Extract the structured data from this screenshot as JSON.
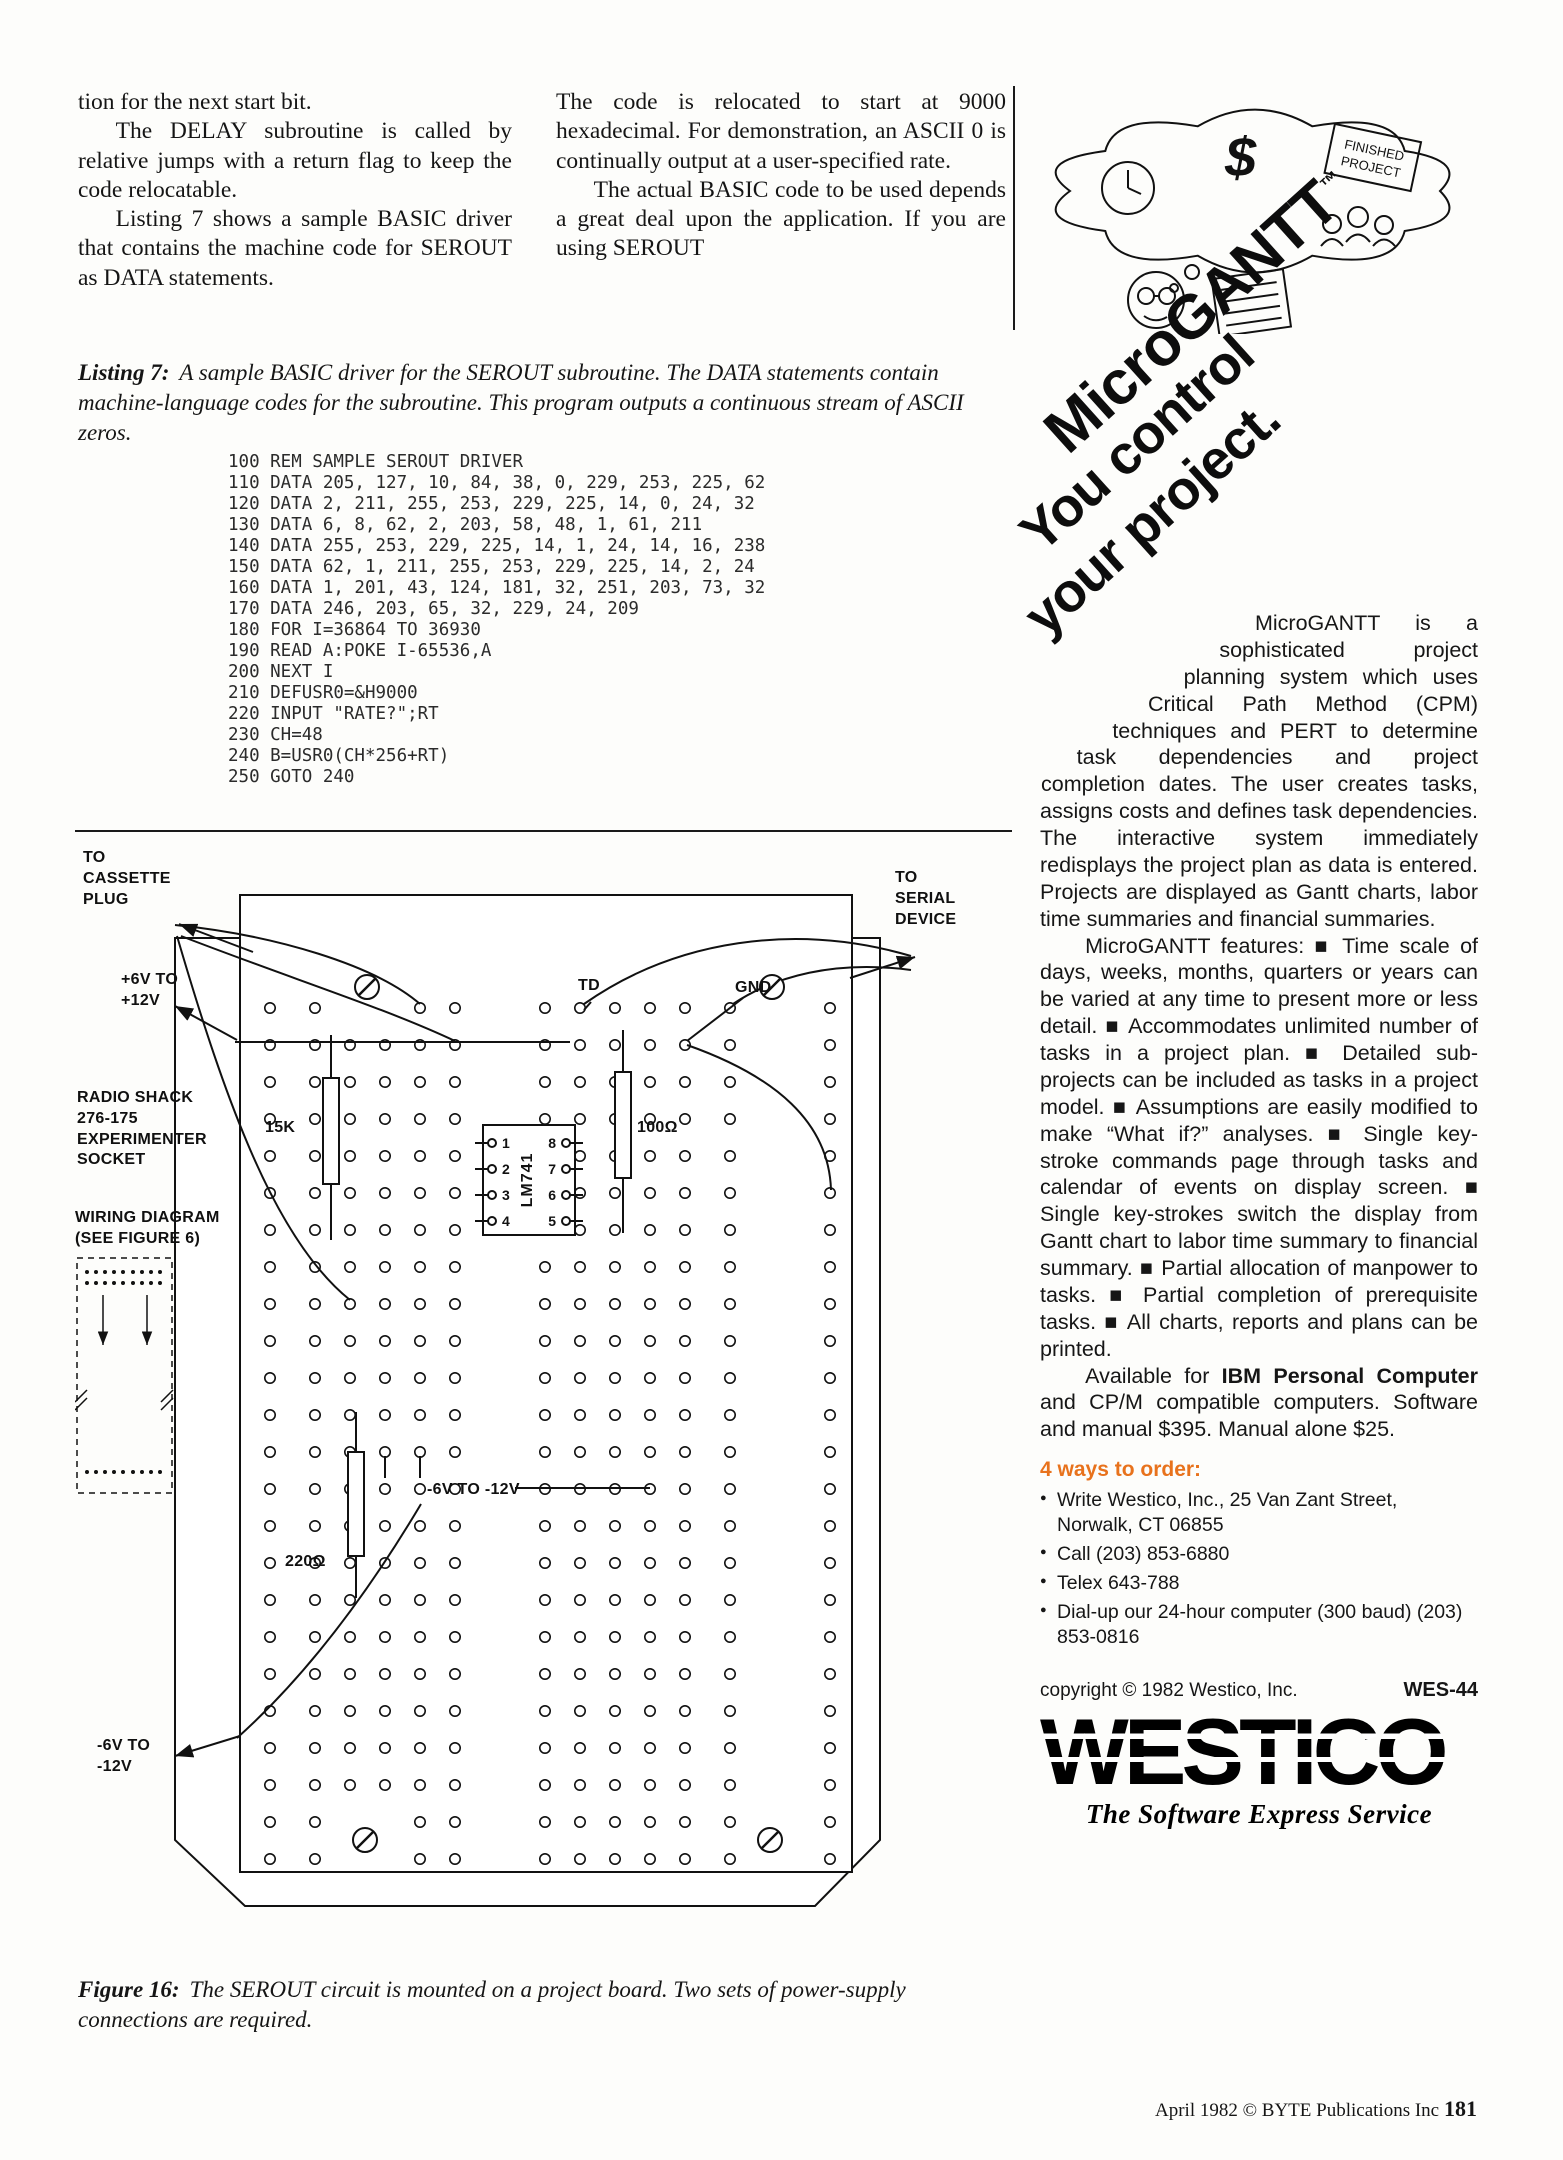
{
  "page": {
    "footer": "April 1982 © BYTE Publications Inc",
    "page_number": "181"
  },
  "article": {
    "col1_p1": "tion for the next start bit.",
    "col1_p2": "The DELAY subroutine is called by relative jumps with a return flag to keep the code relocatable.",
    "col1_p3": "Listing 7 shows a sample BASIC driver that contains the machine code for SEROUT as DATA statements.",
    "col2_p1": "The code is relocated to start at 9000 hexadecimal. For demonstration, an ASCII 0 is continually output at a user-specified rate.",
    "col2_p2": "The actual BASIC code to be used depends a great deal upon the application. If you are using SEROUT"
  },
  "listing": {
    "label": "Listing 7:",
    "caption": "A sample BASIC driver for the SEROUT subroutine. The DATA statements contain machine-language codes for the subroutine. This program outputs a continuous stream of ASCII zeros.",
    "code": "100 REM SAMPLE SEROUT DRIVER\n110 DATA 205, 127, 10, 84, 38, 0, 229, 253, 225, 62\n120 DATA 2, 211, 255, 253, 229, 225, 14, 0, 24, 32\n130 DATA 6, 8, 62, 2, 203, 58, 48, 1, 61, 211\n140 DATA 255, 253, 229, 225, 14, 1, 24, 14, 16, 238\n150 DATA 62, 1, 211, 255, 253, 229, 225, 14, 2, 24\n160 DATA 1, 201, 43, 124, 181, 32, 251, 203, 73, 32\n170 DATA 246, 203, 65, 32, 229, 24, 209\n180 FOR I=36864 TO 36930\n190 READ A:POKE I-65536,A\n200 NEXT I\n210 DEFUSR0=&H9000\n220 INPUT \"RATE?\";RT\n230 CH=48\n240 B=USR0(CH*256+RT)\n250 GOTO 240"
  },
  "figure": {
    "label": "Figure 16:",
    "caption": "The SEROUT circuit is mounted on a project board. Two sets of power-supply connections are required.",
    "labels": {
      "to_cassette": "TO\nCASSETTE\nPLUG",
      "to_serial": "TO\nSERIAL\nDEVICE",
      "plus6": "+6V TO\n+12V",
      "gnd": "GND",
      "td": "TD",
      "radio_shack": "RADIO SHACK\n276-175\nEXPERIMENTER\nSOCKET",
      "wiring": "WIRING DIAGRAM\n(SEE FIGURE 6)",
      "r15k": "15K",
      "r100": "100Ω",
      "r220": "220Ω",
      "ic": "LM741",
      "neg6_inner": "-6V TO -12V",
      "neg6_outer": "-6V TO\n-12V",
      "pins_left": [
        "1",
        "2",
        "3",
        "4"
      ],
      "pins_right": [
        "8",
        "7",
        "6",
        "5"
      ]
    }
  },
  "ad": {
    "headline1": "MicroGANTT",
    "headline_tm": "™",
    "headline2": "You control",
    "headline3": "your project.",
    "cartoon": {
      "dollar": "$",
      "sign1": "FINISHED",
      "sign2": "PROJECT"
    },
    "body1": "MicroGANTT is a sophisticated project planning system which uses Critical Path Method (CPM) techniques and PERT to determine task dependencies and project completion dates. The user creates tasks, assigns costs and defines task dependencies. The interactive system immediately redisplays the project plan as data is entered. Projects are displayed as Gantt charts, labor time summaries and financial summaries.",
    "body2": "MicroGANTT features: ■ Time scale of days, weeks, months, quarters or years can be varied at any time to present more or less detail. ■ Accommodates unlimited number of tasks in a project plan. ■ Detailed sub-projects can be included as tasks in a project model. ■ Assumptions are easily modified to make “What if?” analyses. ■ Single key-stroke commands page through tasks and calendar of events on display screen. ■ Single key-strokes switch the display from Gantt chart to labor time summary to financial summary. ■ Partial allocation of manpower to tasks. ■ Partial completion of prerequisite tasks. ■ All charts, reports and plans can be printed.",
    "avail_pre": "Available for ",
    "avail_bold": "IBM Personal Computer",
    "avail_post": " and CP/M compatible computers. Software and manual $395. Manual alone $25.",
    "order_heading": "4 ways to order:",
    "order_items": [
      "Write Westico, Inc., 25 Van Zant Street, Norwalk, CT 06855",
      "Call (203) 853-6880",
      "Telex 643-788",
      "Dial-up our 24-hour computer (300 baud) (203) 853-0816"
    ],
    "copyright": "copyright © 1982 Westico, Inc.",
    "code": "WES-44",
    "logo": "WESTICO",
    "tagline": "The Software Express Service",
    "accent": "#e8721c"
  }
}
